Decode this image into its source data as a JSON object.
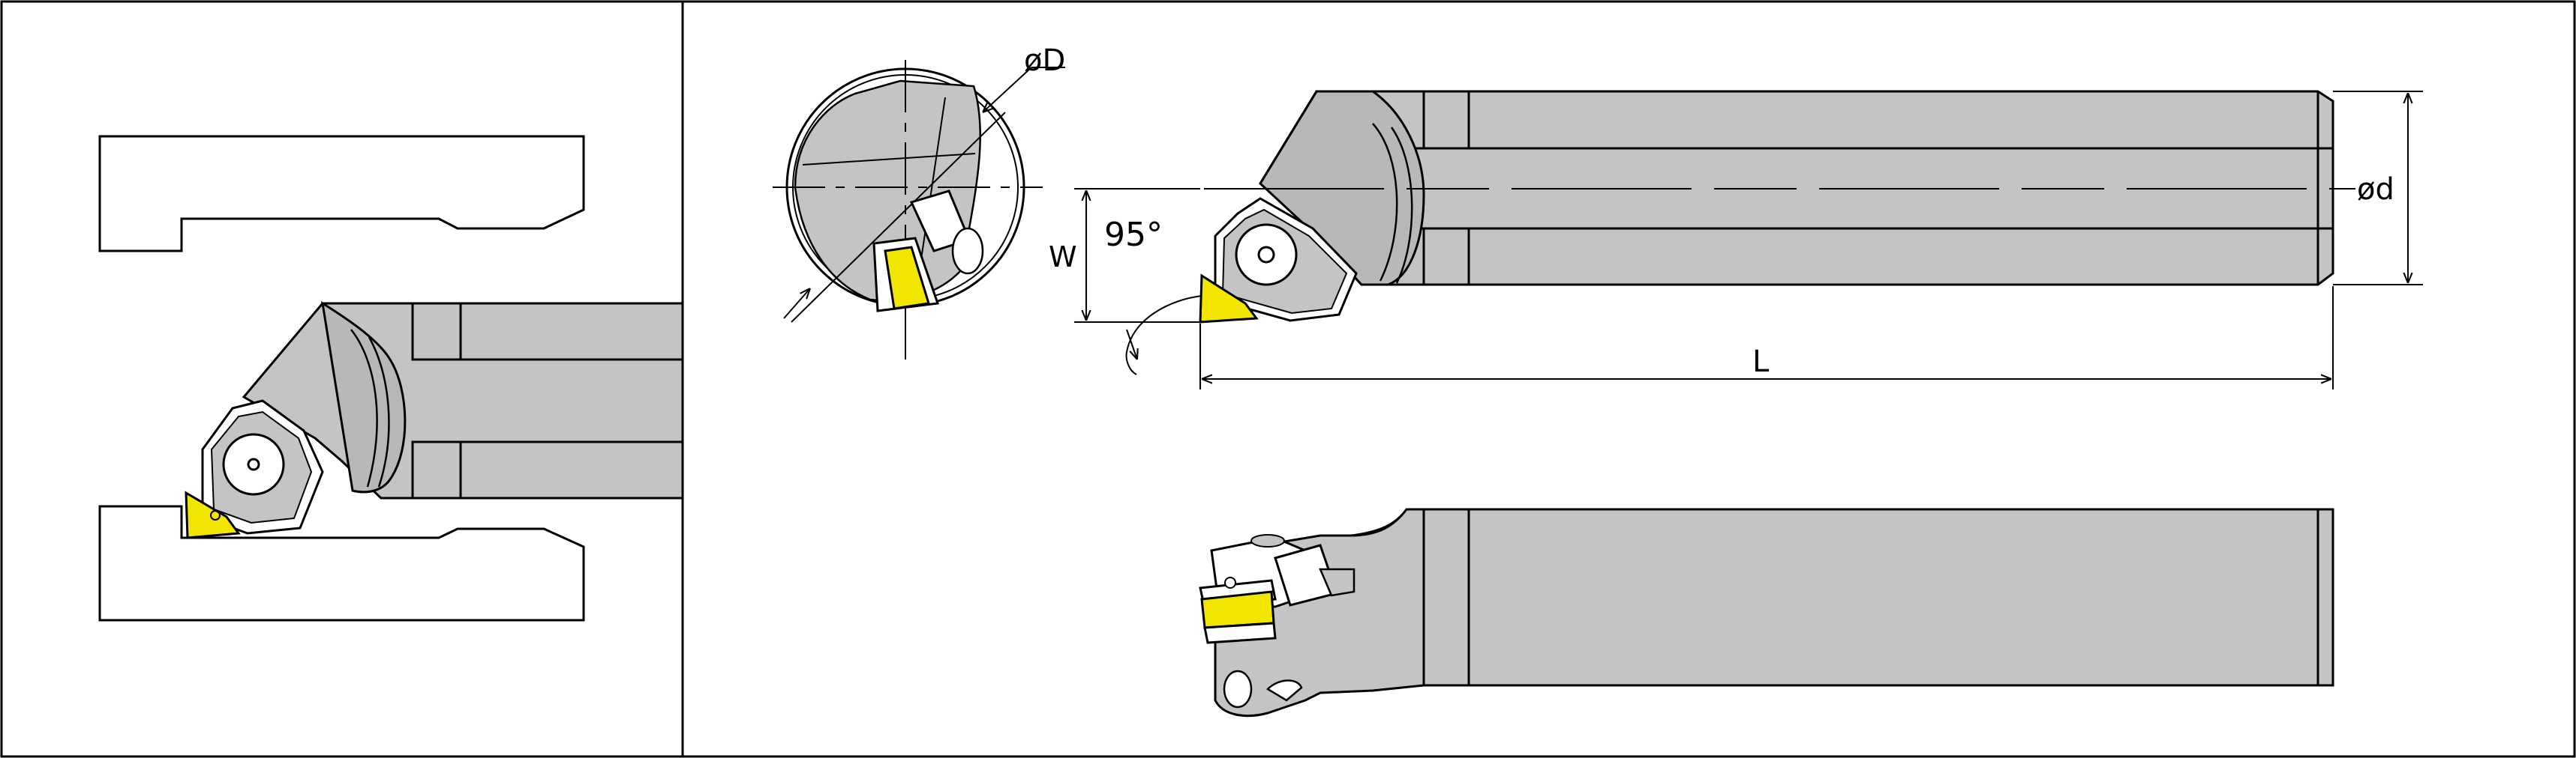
{
  "colors": {
    "body": "#c4c4c4",
    "body_dark": "#b3b3b3",
    "insert": "#f2e600",
    "line": "#000000",
    "background": "#ffffff"
  },
  "labels": {
    "diameter_D": "øD",
    "diameter_d": "ød",
    "angle": "95°",
    "width": "W",
    "length": "L"
  }
}
